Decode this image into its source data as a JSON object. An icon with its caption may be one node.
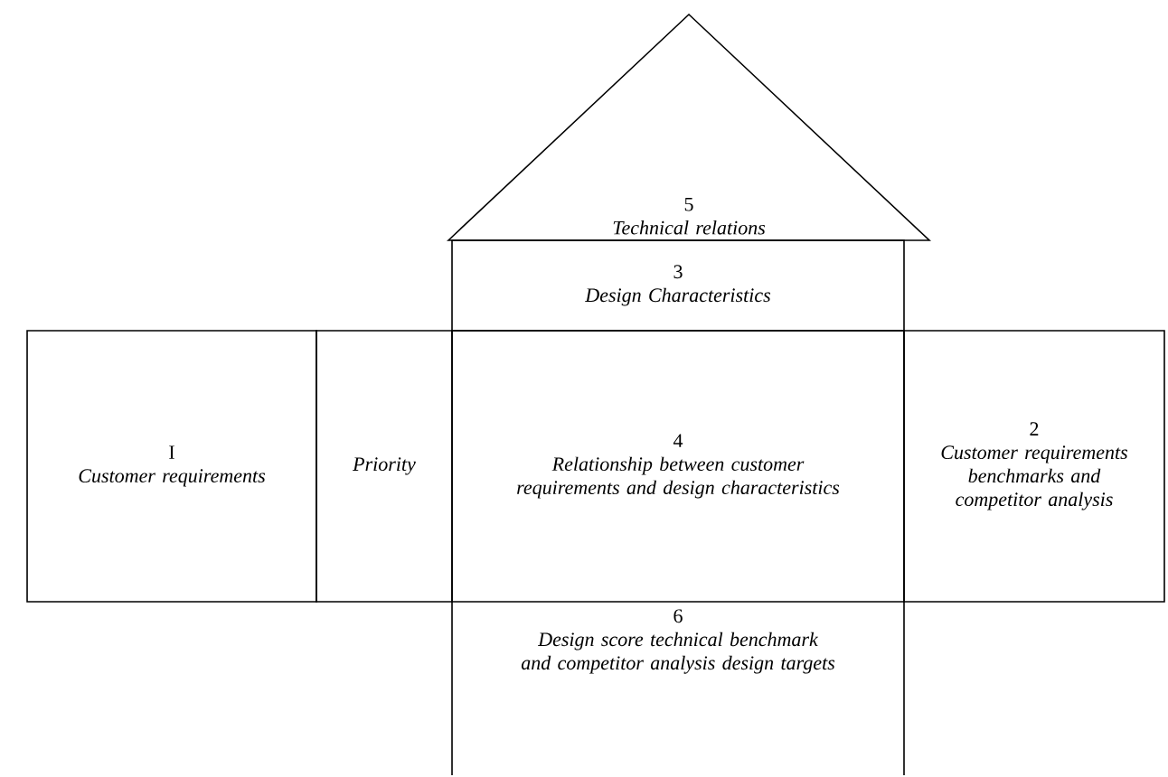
{
  "diagram": {
    "nodes": [
      {
        "text": [
          "5",
          "Technical relations"
        ]
      },
      {
        "text": [
          "3",
          "Design Characteristics"
        ]
      },
      {
        "text": [
          "I",
          "Customer requirements"
        ]
      },
      {
        "text": [
          "Priority"
        ]
      },
      {
        "text": [
          "4",
          "Relationship between customer requirements and design characteristics"
        ]
      },
      {
        "text": [
          "2",
          "Customer requirements benchmarks and competitor analysis"
        ]
      },
      {
        "text": [
          "6",
          "Design score technical benchmark and competitor analysis design targets"
        ]
      }
    ]
  }
}
